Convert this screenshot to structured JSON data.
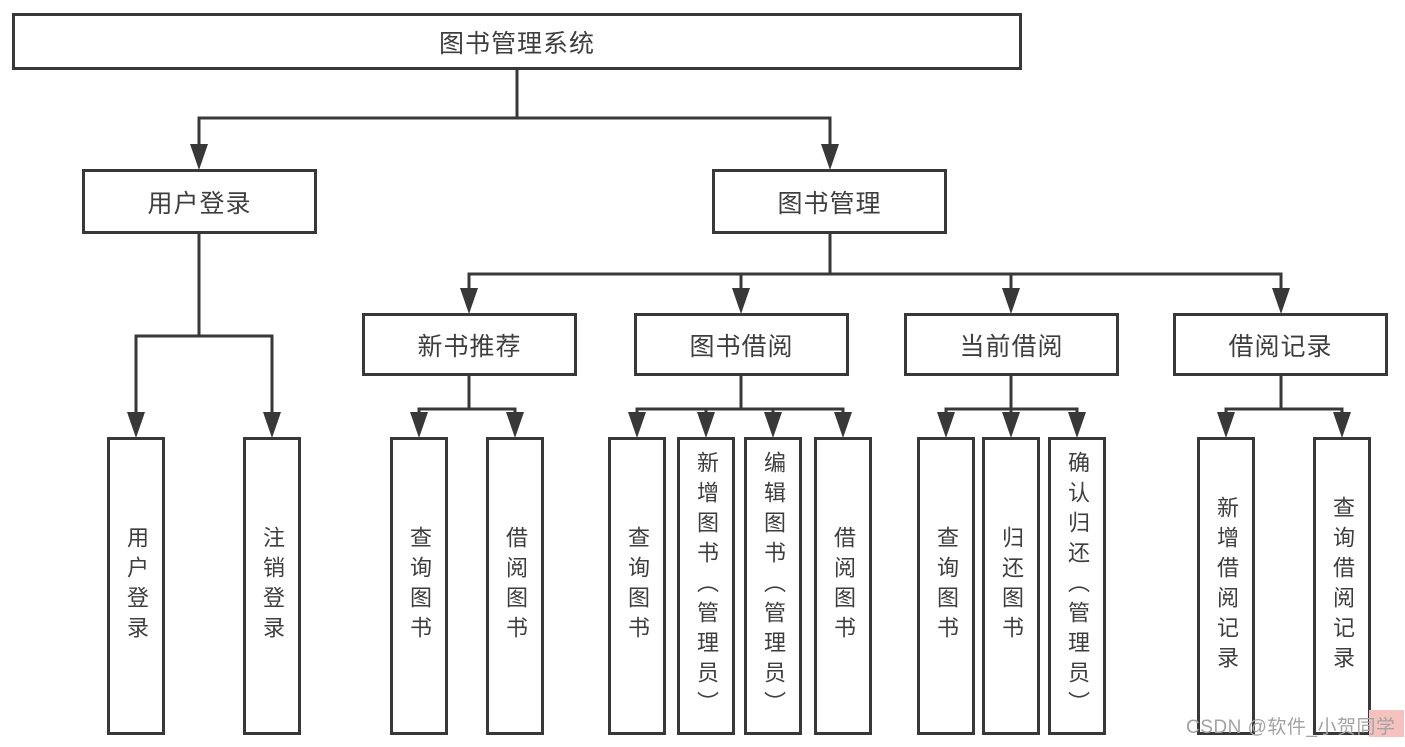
{
  "diagram": {
    "root": {
      "label": "图书管理系统"
    },
    "level2": [
      {
        "label": "用户登录"
      },
      {
        "label": "图书管理"
      }
    ],
    "level3": [
      {
        "label": "新书推荐",
        "parent": "图书管理"
      },
      {
        "label": "图书借阅",
        "parent": "图书管理"
      },
      {
        "label": "当前借阅",
        "parent": "图书管理"
      },
      {
        "label": "借阅记录",
        "parent": "图书管理"
      }
    ],
    "leaves": [
      {
        "label": "用户登录",
        "parent": "用户登录"
      },
      {
        "label": "注销登录",
        "parent": "用户登录"
      },
      {
        "label": "查询图书",
        "parent": "新书推荐"
      },
      {
        "label": "借阅图书",
        "parent": "新书推荐"
      },
      {
        "label": "查询图书",
        "parent": "图书借阅"
      },
      {
        "label": "新增图书（管理员）",
        "parent": "图书借阅"
      },
      {
        "label": "编辑图书（管理员）",
        "parent": "图书借阅"
      },
      {
        "label": "借阅图书",
        "parent": "图书借阅"
      },
      {
        "label": "查询图书",
        "parent": "当前借阅"
      },
      {
        "label": "归还图书",
        "parent": "当前借阅"
      },
      {
        "label": "确认归还（管理员）",
        "parent": "当前借阅"
      },
      {
        "label": "新增借阅记录",
        "parent": "借阅记录"
      },
      {
        "label": "查询借阅记录",
        "parent": "借阅记录"
      }
    ]
  },
  "watermark": {
    "text": "CSDN @软件_小贺同学"
  },
  "colors": {
    "line": "#383838",
    "text": "#3e3e3e",
    "watermark_text": "#a3a3a3",
    "watermark_highlight": "#f5c2c0"
  }
}
